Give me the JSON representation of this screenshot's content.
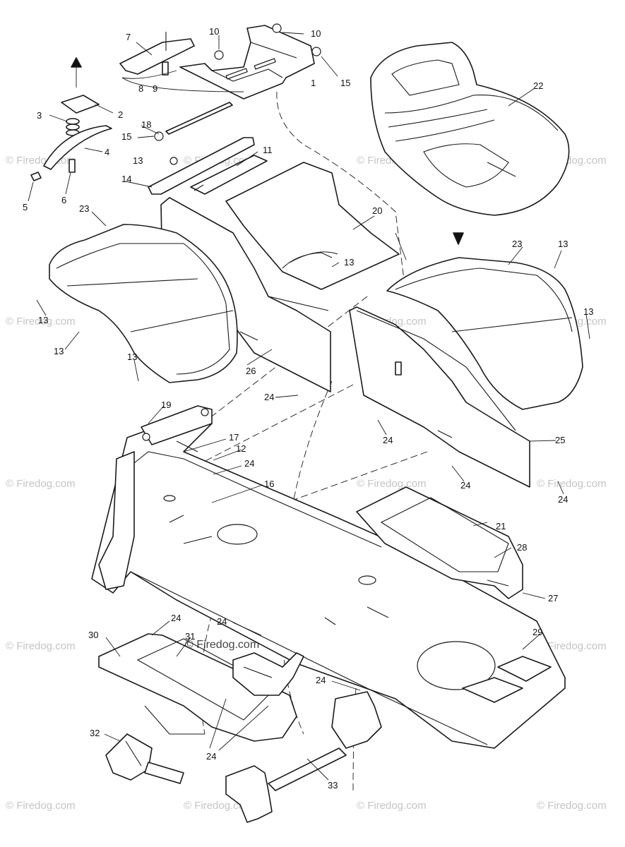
{
  "diagram": {
    "callouts": [
      "1",
      "2",
      "3",
      "4",
      "5",
      "6",
      "7",
      "8",
      "9",
      "10",
      "11",
      "12",
      "13",
      "14",
      "15",
      "16",
      "17",
      "18",
      "19",
      "20",
      "21",
      "22",
      "23",
      "24",
      "25",
      "26",
      "27",
      "28",
      "29",
      "30",
      "31",
      "32",
      "33"
    ],
    "watermark": "© Firedog.com"
  }
}
